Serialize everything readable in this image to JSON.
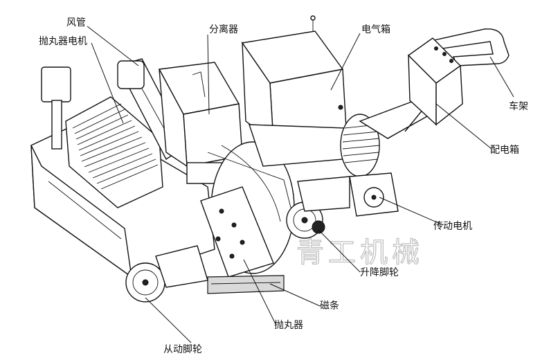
{
  "diagram": {
    "labels": {
      "air_duct": "风管",
      "blast_motor": "抛丸器电机",
      "separator": "分离器",
      "electric_box": "电气箱",
      "frame": "车架",
      "distribution_box": "配电箱",
      "drive_motor": "传动电机",
      "lifting_wheel": "升降脚轮",
      "magnetic_strip": "磁条",
      "blaster": "抛丸器",
      "driven_wheel": "从动脚轮"
    },
    "watermark": "青工机械"
  }
}
